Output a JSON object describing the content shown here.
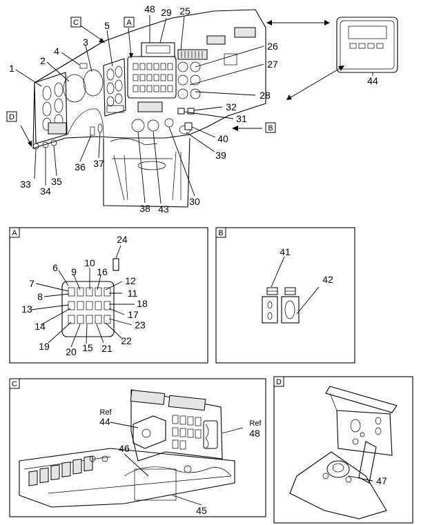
{
  "section_tags": {
    "a": "A",
    "b": "B",
    "c": "C",
    "d": "D"
  },
  "main_view": {
    "callouts": {
      "n1": "1",
      "n2": "2",
      "n3": "3",
      "n4": "4",
      "n5": "5",
      "n25": "25",
      "n26": "26",
      "n27": "27",
      "n28": "28",
      "n29": "29",
      "n30": "30",
      "n31": "31",
      "n32": "32",
      "n33": "33",
      "n34": "34",
      "n35": "35",
      "n36": "36",
      "n37": "37",
      "n38": "38",
      "n39": "39",
      "n40": "40",
      "n43": "43",
      "n44": "44",
      "n48": "48"
    }
  },
  "detail_a": {
    "callouts": {
      "n6": "6",
      "n7": "7",
      "n8": "8",
      "n9": "9",
      "n10": "10",
      "n11": "11",
      "n12": "12",
      "n13": "13",
      "n14": "14",
      "n15": "15",
      "n16": "16",
      "n17": "17",
      "n18": "18",
      "n19": "19",
      "n20": "20",
      "n21": "21",
      "n22": "22",
      "n23": "23",
      "n24": "24"
    }
  },
  "detail_b": {
    "callouts": {
      "n41": "41",
      "n42": "42"
    }
  },
  "detail_c": {
    "ref_word": "Ref",
    "ref44": "44",
    "ref48": "48",
    "callouts": {
      "n45": "45",
      "n46": "46"
    }
  },
  "detail_d": {
    "callouts": {
      "n47": "47"
    }
  }
}
